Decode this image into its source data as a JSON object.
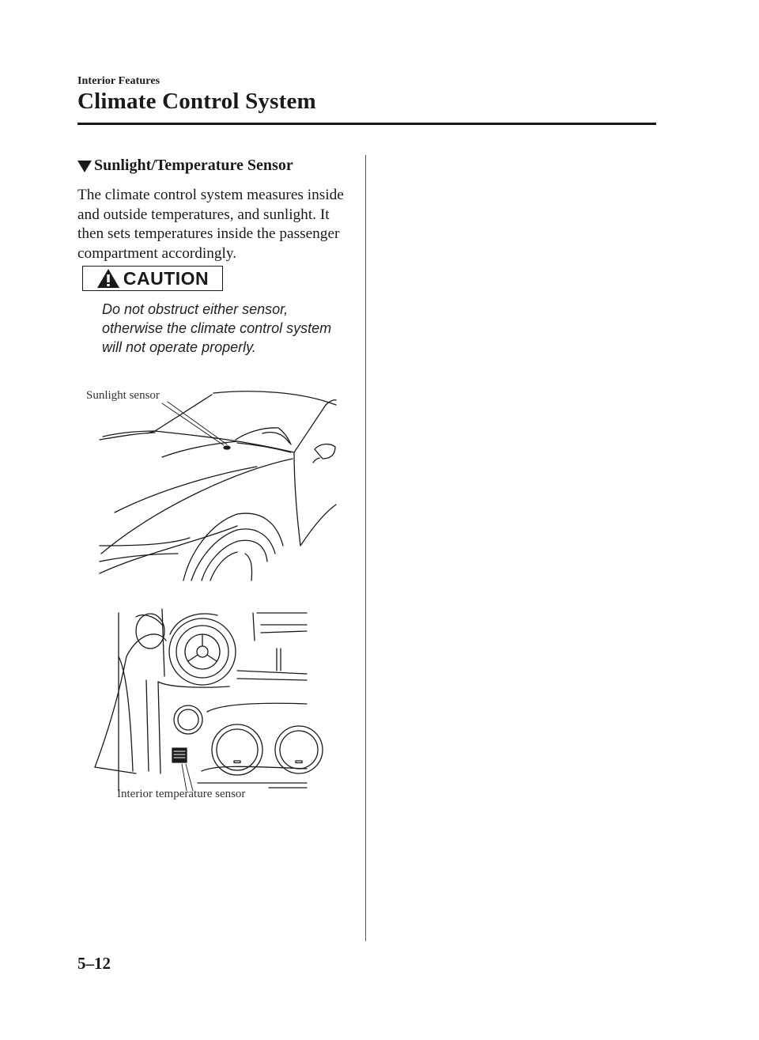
{
  "header": {
    "section": "Interior Features",
    "title": "Climate Control System"
  },
  "content": {
    "subheading": "Sunlight/Temperature Sensor",
    "paragraph": "The climate control system measures inside and outside temperatures, and sunlight. It then sets temperatures inside the passenger compartment accordingly.",
    "caution": {
      "label": "CAUTION",
      "text": "Do not obstruct either sensor, otherwise the climate control system will not operate properly."
    }
  },
  "figures": {
    "sunlight_sensor_label": "Sunlight sensor",
    "interior_sensor_label": "Interior temperature sensor"
  },
  "footer": {
    "page_number": "5–12"
  }
}
